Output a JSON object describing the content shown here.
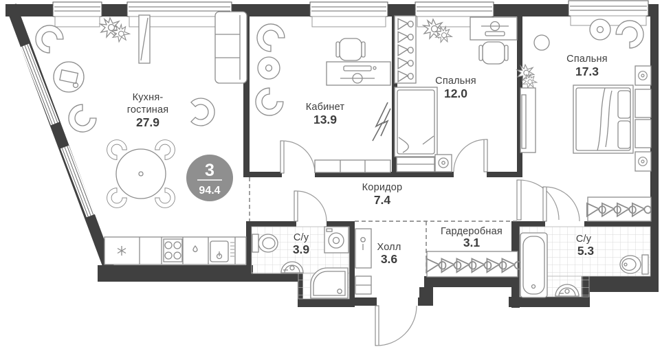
{
  "plan": {
    "badge": {
      "rooms_count": "3",
      "total_area": "94.4"
    },
    "rooms": [
      {
        "key": "kitchen_living",
        "name_line1": "Кухня-",
        "name_line2": "гостиная",
        "area": "27.9"
      },
      {
        "key": "office",
        "name": "Кабинет",
        "area": "13.9"
      },
      {
        "key": "bedroom_12",
        "name": "Спальня",
        "area": "12.0"
      },
      {
        "key": "bedroom_17",
        "name": "Спальня",
        "area": "17.3"
      },
      {
        "key": "corridor",
        "name": "Коридор",
        "area": "7.4"
      },
      {
        "key": "bathroom_39",
        "name": "С/у",
        "area": "3.9"
      },
      {
        "key": "hall",
        "name": "Холл",
        "area": "3.6"
      },
      {
        "key": "wardrobe",
        "name": "Гардеробная",
        "area": "3.1"
      },
      {
        "key": "bathroom_53",
        "name": "С/у",
        "area": "5.3"
      }
    ],
    "colors": {
      "wall": "#404040",
      "furniture_outline": "#8c8c8c",
      "badge_fill": "#8f8f8f",
      "tile_grid": "#d8d8d8",
      "label_text": "#3d3d3d"
    }
  }
}
